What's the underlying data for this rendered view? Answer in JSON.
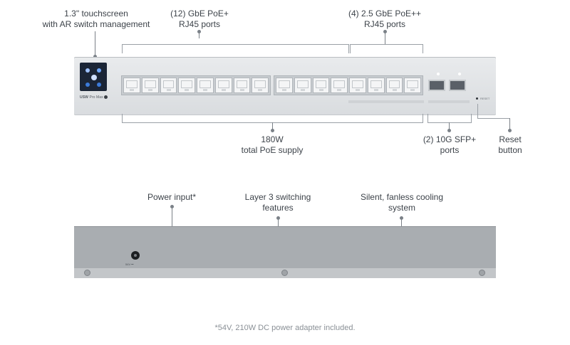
{
  "callouts": {
    "touchscreen": "1.3\" touchscreen\nwith AR switch management",
    "gbe_ports": "(12) GbE PoE+\nRJ45 ports",
    "gbe25_ports": "(4) 2.5 GbE PoE++\nRJ45 ports",
    "poe_supply": "180W\ntotal PoE supply",
    "sfp_ports": "(2) 10G SFP+\nports",
    "reset_button": "Reset\nbutton",
    "power_input": "Power input*",
    "layer3": "Layer 3 switching\nfeatures",
    "cooling": "Silent, fanless cooling\nsystem"
  },
  "device": {
    "model_bold": "USW",
    "model_rest": "Pro Max",
    "reset_label": "RESET"
  },
  "footnote": "*54V, 210W DC power adapter included."
}
